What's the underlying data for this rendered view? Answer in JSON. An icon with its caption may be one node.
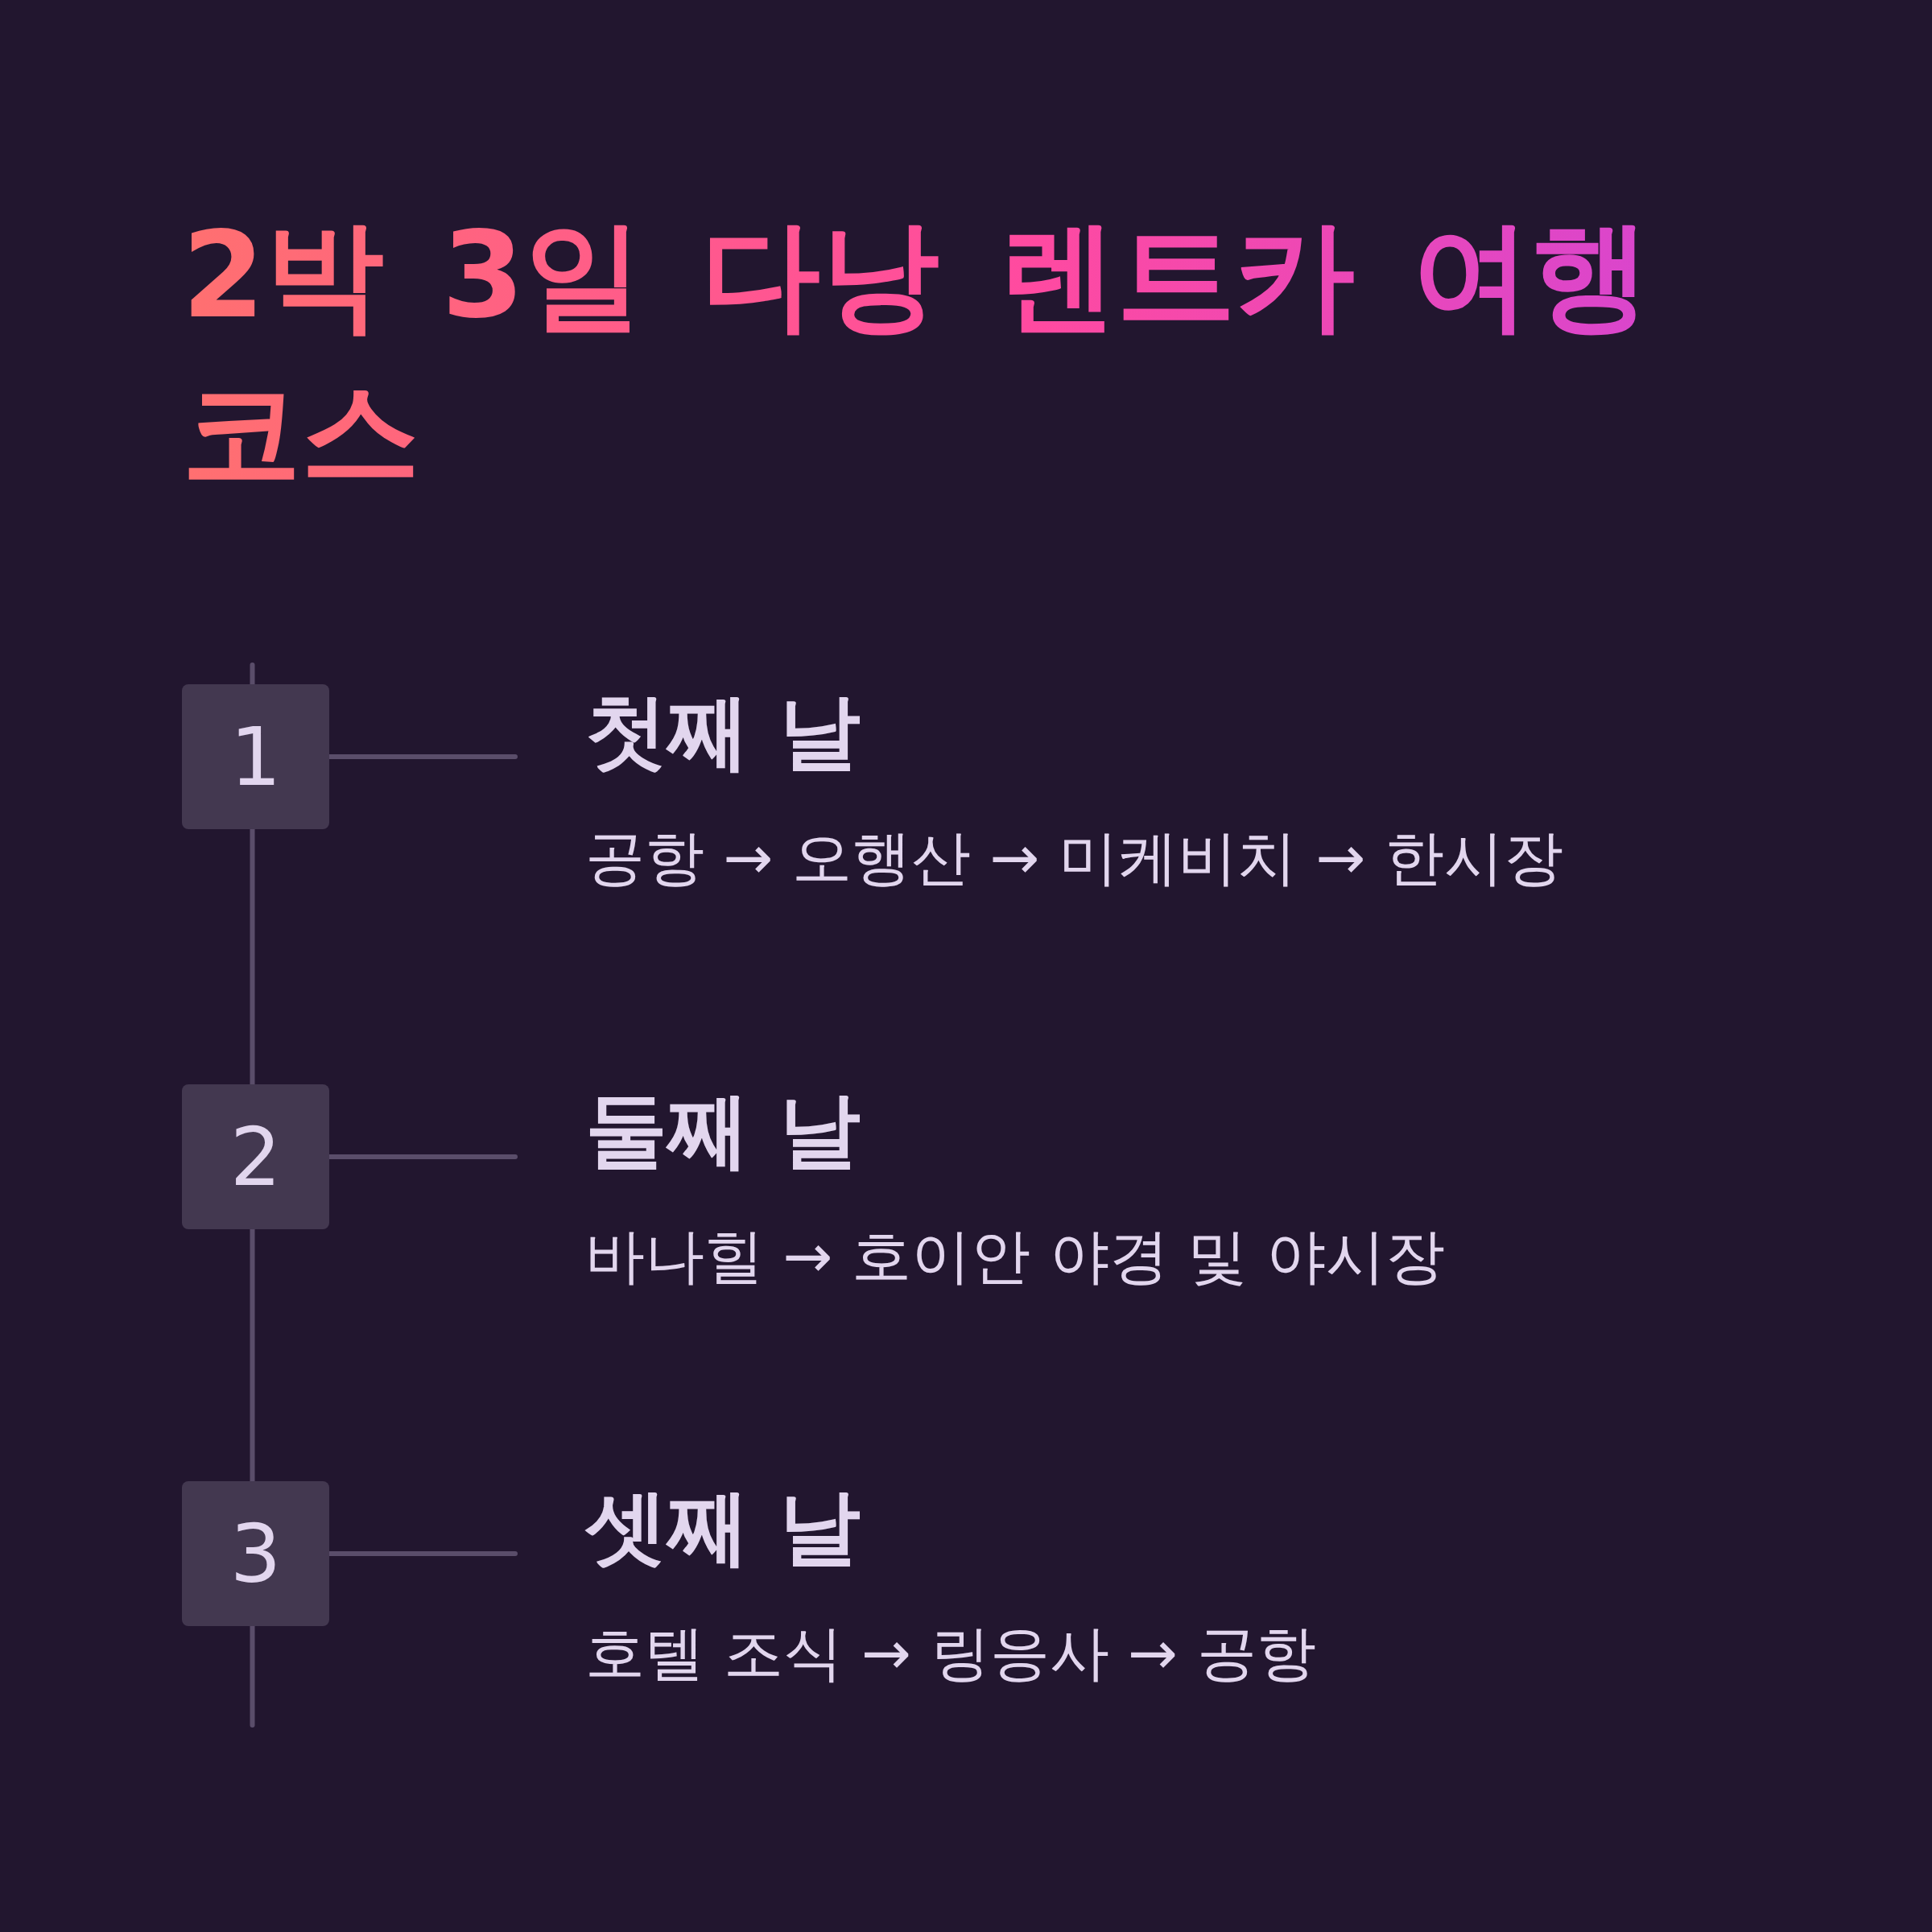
{
  "diagram": {
    "title": "2박 3일 다낭 렌트카 여행 코스",
    "nodes": [
      {
        "text": [
          "1"
        ]
      },
      {
        "text": [
          "첫째 날",
          "공항 → 오행산 → 미케비치 → 한시장"
        ]
      },
      {
        "text": [
          "2"
        ]
      },
      {
        "text": [
          "둘째 날",
          "바나힐 → 호이안 야경 및 야시장"
        ]
      },
      {
        "text": [
          "3"
        ]
      },
      {
        "text": [
          "셋째 날",
          "호텔 조식 → 링응사 → 공항"
        ]
      }
    ],
    "edges": [
      {
        "from": 0,
        "to": 1,
        "arrow": "none"
      },
      {
        "from": 2,
        "to": 3,
        "arrow": "none"
      },
      {
        "from": 4,
        "to": 5,
        "arrow": "none"
      },
      {
        "from": 0,
        "to": 2,
        "arrow": "none"
      },
      {
        "from": 2,
        "to": 4,
        "arrow": "none"
      }
    ]
  }
}
